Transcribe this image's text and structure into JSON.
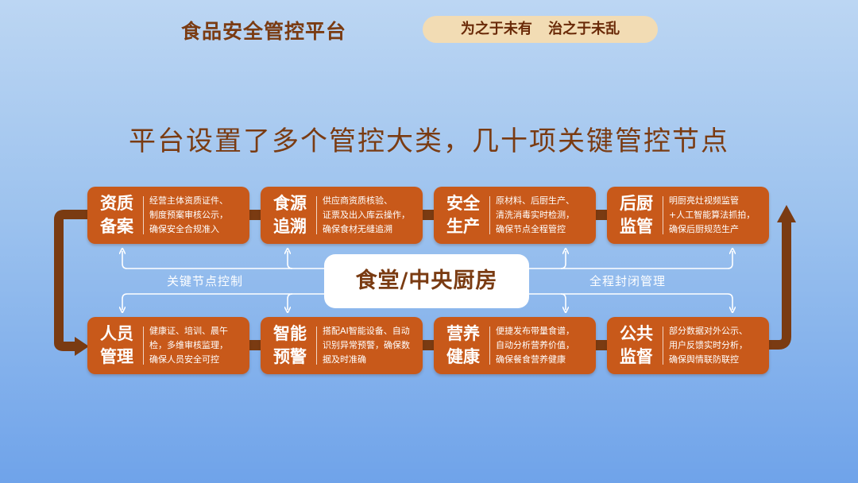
{
  "header": {
    "title": "食品安全管控平台",
    "slogan": "为之于未有 治之于未乱"
  },
  "headline": "平台设置了多个管控大类，几十项关键管控节点",
  "center": {
    "label": "食堂/中央厨房",
    "left_label": "关键节点控制",
    "right_label": "全程封闭管理"
  },
  "top_cards": [
    {
      "name": "资质\n备案",
      "desc": "经营主体资质证件、\n制度预案审核公示，\n确保安全合规准入"
    },
    {
      "name": "食源\n追溯",
      "desc": "供应商资质核验、\n证票及出入库云操作，\n确保食材无缝追溯"
    },
    {
      "name": "安全\n生产",
      "desc": "原材料、后厨生产、\n清洗消毒实时检测，\n确保节点全程管控"
    },
    {
      "name": "后厨\n监管",
      "desc": "明厨亮灶视频监管\n+人工智能算法抓拍，\n确保后厨规范生产"
    }
  ],
  "bottom_cards": [
    {
      "name": "人员\n管理",
      "desc": "健康证、培训、晨午\n检，多维审核监理，\n确保人员安全可控"
    },
    {
      "name": "智能\n预警",
      "desc": "搭配AI智能设备、自动\n识别异常预警，确保数\n据及时准确"
    },
    {
      "name": "营养\n健康",
      "desc": "便捷发布带量食谱，\n自动分析营养价值，\n确保餐食营养健康"
    },
    {
      "name": "公共\n监督",
      "desc": "部分数据对外公示、\n用户反馈实时分析，\n确保舆情联防联控"
    }
  ],
  "colors": {
    "card": "#c8591a",
    "arrow": "#7a3b12",
    "connector": "#ffffff",
    "title": "#7a3b12",
    "slogan_bg": "#f2dcb4"
  }
}
